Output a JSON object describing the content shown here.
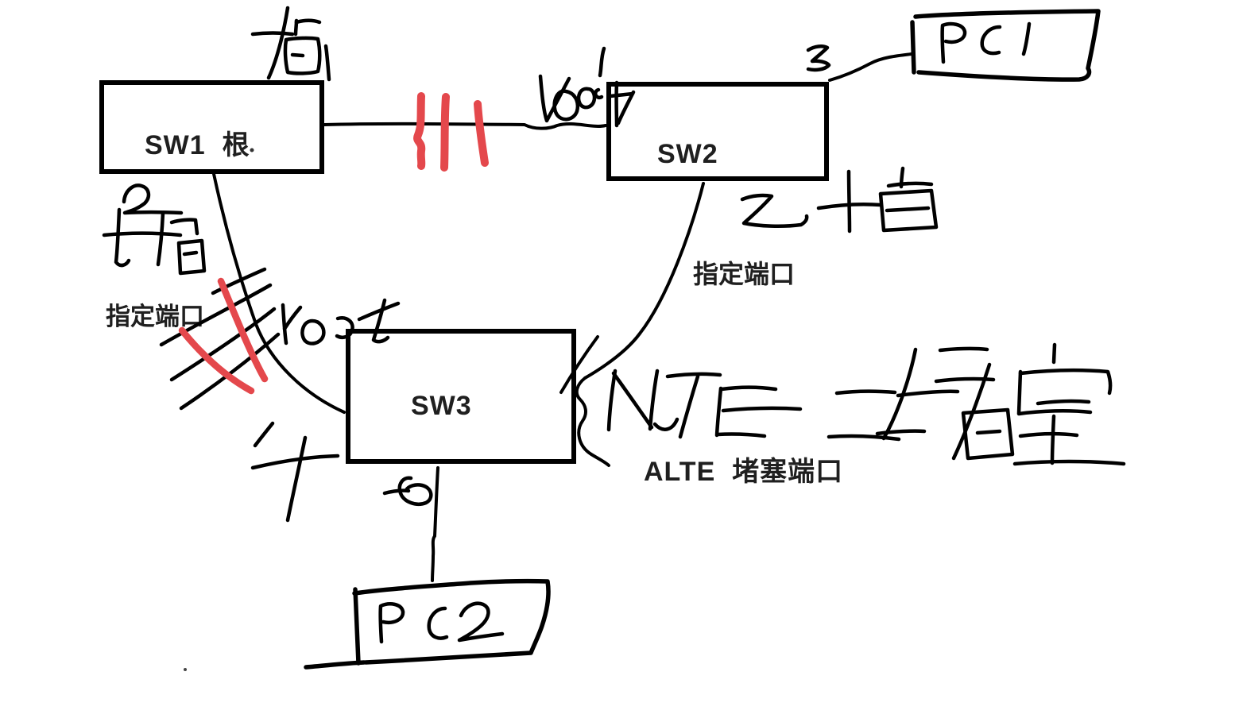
{
  "colors": {
    "background": "#ffffff",
    "ink": "#000000",
    "typed_text": "#1f1f1f",
    "highlight_red": "#e4484c"
  },
  "switches": [
    {
      "id": "sw1",
      "label": "SW1  根"
    },
    {
      "id": "sw2",
      "label": "SW2"
    },
    {
      "id": "sw3",
      "label": "SW3"
    }
  ],
  "typed_annotations": {
    "designated_port_left": "指定端口",
    "designated_port_right": "指定端口",
    "blocked_port": "ALTE  堵塞端口"
  },
  "handwritten": {
    "designated_above_sw1": "指",
    "root_near_sw2": "root",
    "port_3": "3",
    "pc1_label": "PC1",
    "port_2_left": "2",
    "designated_left": "指",
    "root_left": "root",
    "port_2_right": "乙",
    "designated_right": "指",
    "port_4": "4",
    "port_6": "6",
    "alte": "ALTE",
    "blocked": "二堵塞",
    "pc2_label": "PC2"
  }
}
